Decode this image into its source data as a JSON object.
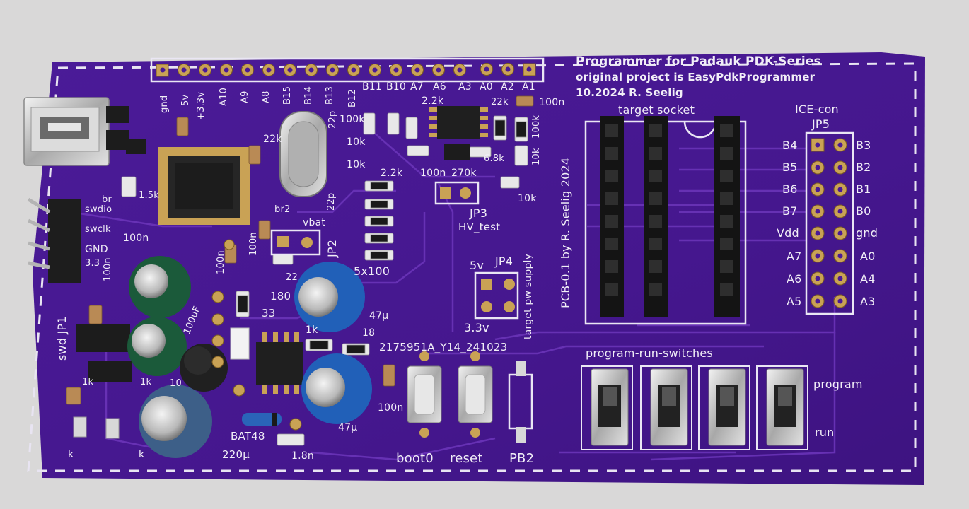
{
  "board": {
    "title_lines": [
      "Programmer for Padauk PDK-Series",
      "original project is EasyPdkProgrammer",
      "10.2024  R. Seelig"
    ],
    "pcb_credit": "PCB-0.1 by R. Seelig 2024",
    "part_number": "2175951A_Y14_241023"
  },
  "top_header_labels": [
    "gnd",
    "5v",
    "+3.3v",
    "A10",
    "A9",
    "A8",
    "B15",
    "B14",
    "B13",
    "B12",
    "B11",
    "B10",
    "A7",
    "A6",
    "A3",
    "A0",
    "A2",
    "A1"
  ],
  "sockets": {
    "target_socket": "target socket",
    "ice_con": "ICE-con",
    "jp5": "JP5",
    "jp5_left": [
      "B4",
      "B5",
      "B6",
      "B7",
      "Vdd",
      "A7",
      "A6",
      "A5"
    ],
    "jp5_right": [
      "B3",
      "B2",
      "B1",
      "B0",
      "gnd",
      "A0",
      "A4",
      "A3"
    ]
  },
  "jumpers": {
    "jp1": "swd JP1",
    "jp2": "JP2",
    "vbat": "vbat",
    "jp3": "JP3",
    "hv_test": "HV_test",
    "jp4": "JP4",
    "jp4_5v": "5v",
    "jp4_33v": "3.3v",
    "target_pw_supply": "target pw supply"
  },
  "swd_pins": [
    "swdio",
    "swclk",
    "GND",
    "3.3"
  ],
  "switches": {
    "title": "program-run-switches",
    "program": "program",
    "run": "run"
  },
  "buttons": {
    "boot0": "boot0",
    "reset": "reset",
    "pb2": "PB2"
  },
  "components": {
    "c_100n": "100n",
    "c_22p": "22p",
    "r_22k": "22k",
    "r_100k": "100k",
    "r_10k": "10k",
    "r_2_2k": "2.2k",
    "r_270k": "270k",
    "r_6_8k": "6.8k",
    "r_5x100": "5x100",
    "r_1k": "1k",
    "r_1_5k": "1.5k",
    "r_33": "33",
    "r_18": "18",
    "r_180": "180",
    "r_22": "22",
    "c_47u": "47µ",
    "c_100uF": "100uF",
    "c_220u": "220µ",
    "c_1_8n": "1.8n",
    "d_bat48": "BAT48",
    "br": "br",
    "br2": "br2",
    "k": "k",
    "ten": "10"
  },
  "colors": {
    "pcb": "#4a1a96",
    "silkscreen": "#f1eef7",
    "gold": "#c9a255",
    "background": "#d9d8d8"
  }
}
